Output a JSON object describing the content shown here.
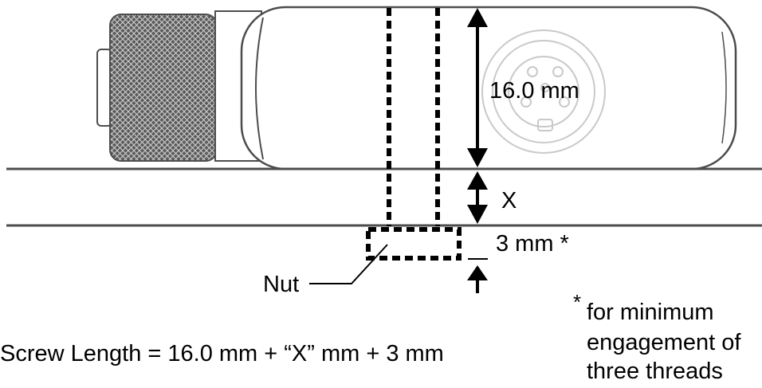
{
  "labels": {
    "height_dim": "16.0 mm",
    "x_dim": "X",
    "nut_dim": "3 mm *",
    "nut_label": "Nut",
    "formula": "Screw Length = 16.0 mm + “X” mm + 3 mm",
    "footnote_mark": "*",
    "footnote_line1": "for minimum",
    "footnote_line2": "engagement of",
    "footnote_line3": "three threads"
  },
  "colors": {
    "outline": "#4d4d4d",
    "knurl": "#5a5a5a",
    "connector_face": "#c9c9c9",
    "line": "#000000"
  }
}
